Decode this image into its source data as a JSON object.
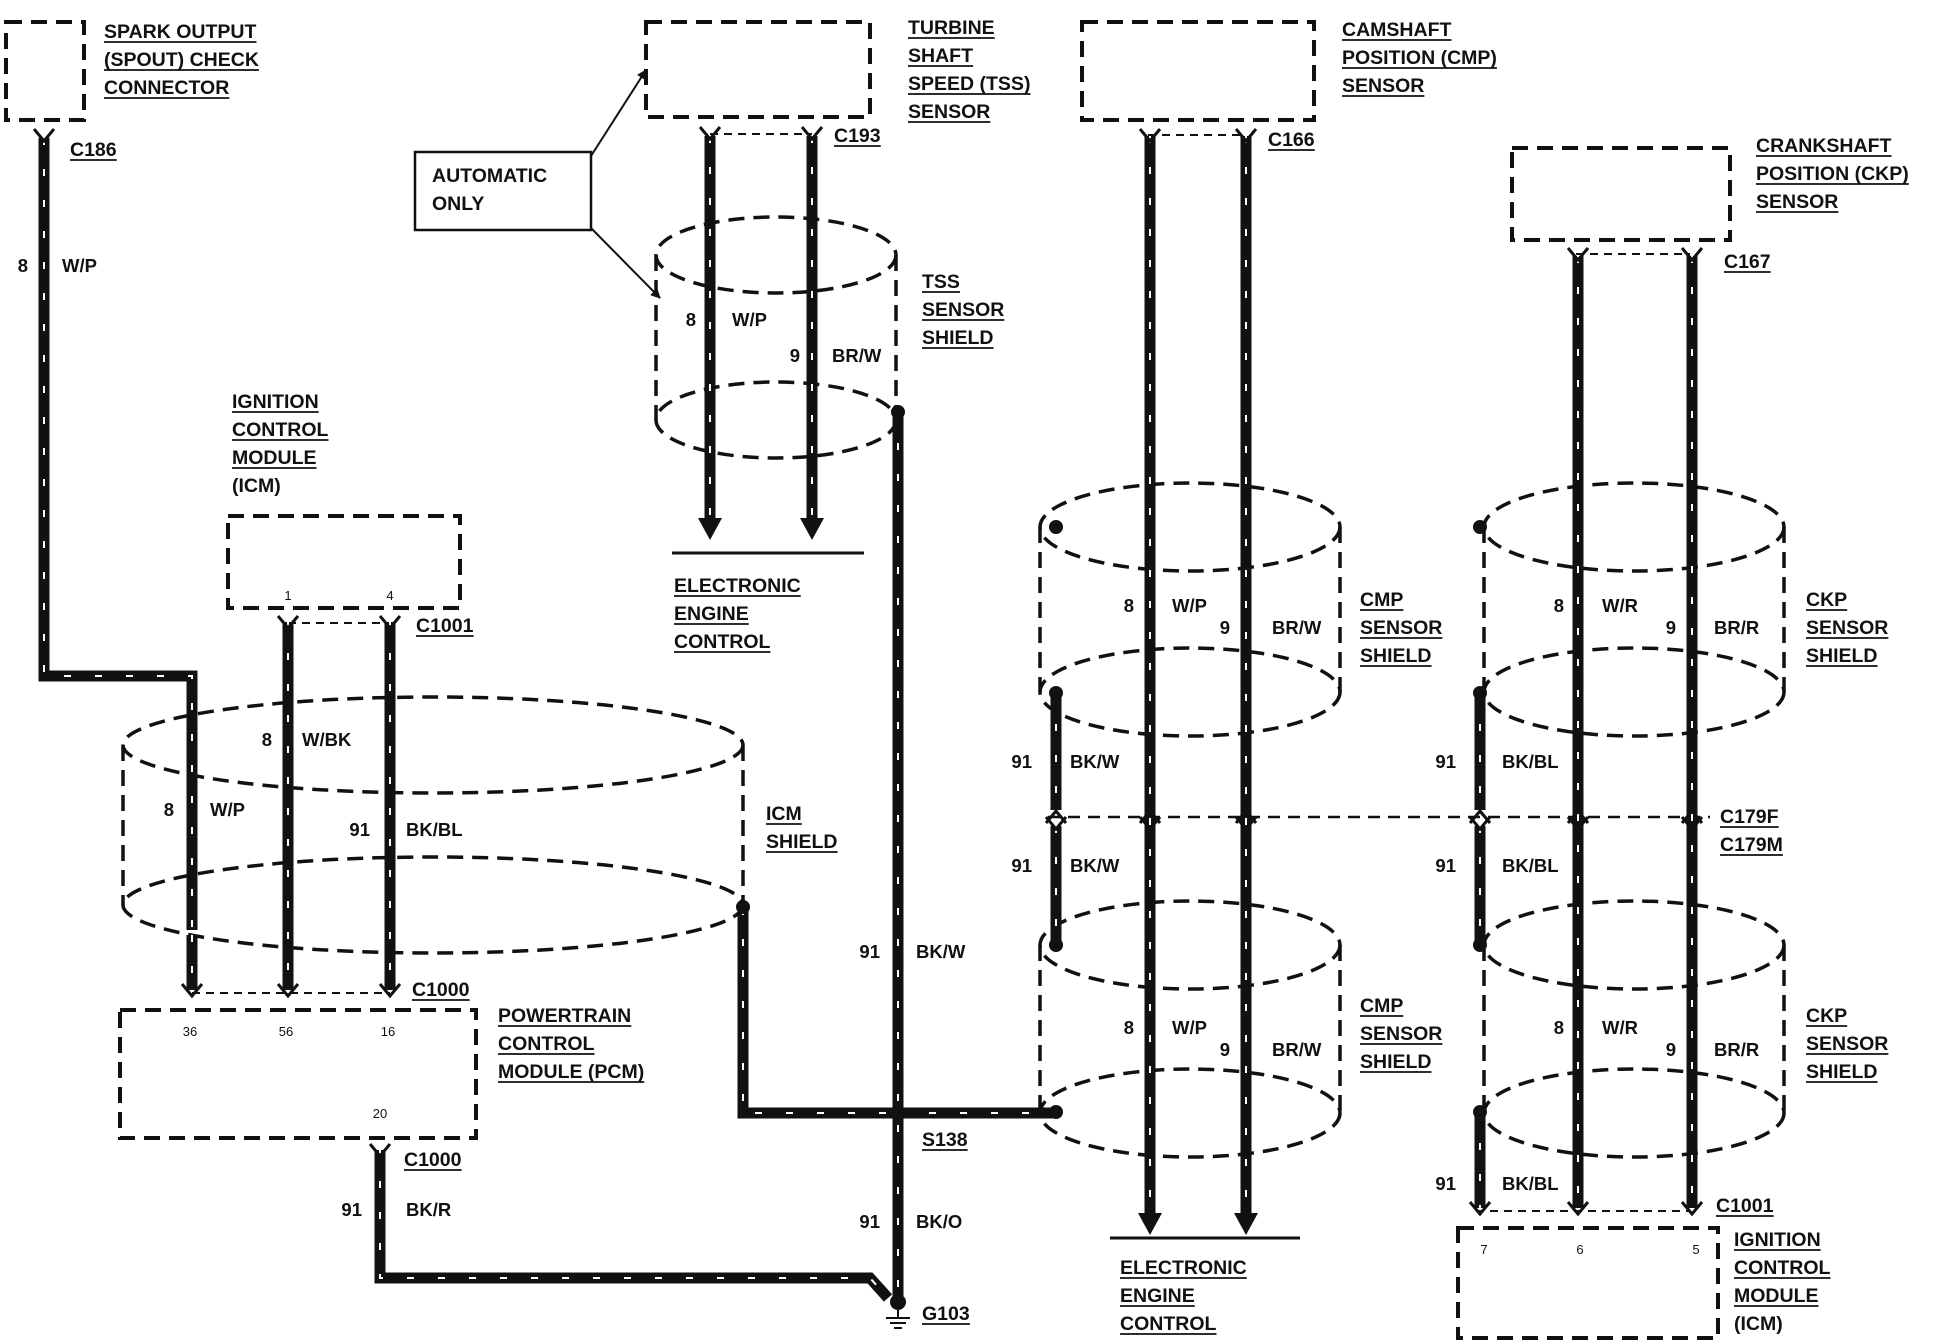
{
  "components": {
    "spout": [
      "SPARK OUTPUT",
      "(SPOUT) CHECK",
      "CONNECTOR"
    ],
    "tss": [
      "TURBINE",
      "SHAFT",
      "SPEED (TSS)",
      "SENSOR"
    ],
    "cmp": [
      "CAMSHAFT",
      "POSITION (CMP)",
      "SENSOR"
    ],
    "ckp": [
      "CRANKSHAFT",
      "POSITION (CKP)",
      "SENSOR"
    ],
    "icm_top": [
      "IGNITION",
      "CONTROL",
      "MODULE",
      "(ICM)"
    ],
    "pcm": [
      "POWERTRAIN",
      "CONTROL",
      "MODULE (PCM)"
    ],
    "icm_bottom": [
      "IGNITION",
      "CONTROL",
      "MODULE",
      "(ICM)"
    ],
    "eec_left": [
      "ELECTRONIC",
      "ENGINE",
      "CONTROL"
    ],
    "eec_right": [
      "ELECTRONIC",
      "ENGINE",
      "CONTROL"
    ],
    "auto_only": [
      "AUTOMATIC",
      "ONLY"
    ]
  },
  "shields": {
    "tss": [
      "TSS",
      "SENSOR",
      "SHIELD"
    ],
    "icm": [
      "ICM",
      "SHIELD"
    ],
    "cmp_upper": [
      "CMP",
      "SENSOR",
      "SHIELD"
    ],
    "cmp_lower": [
      "CMP",
      "SENSOR",
      "SHIELD"
    ],
    "ckp_upper": [
      "CKP",
      "SENSOR",
      "SHIELD"
    ],
    "ckp_lower": [
      "CKP",
      "SENSOR",
      "SHIELD"
    ]
  },
  "connectors": {
    "c186": "C186",
    "c193": "C193",
    "c166": "C166",
    "c167": "C167",
    "c1001_top": "C1001",
    "c1000_top": "C1000",
    "c1000_bottom": "C1000",
    "c1001_bottom": "C1001",
    "c179f": "C179F",
    "c179m": "C179M",
    "s138": "S138",
    "g103": "G103"
  },
  "pins": {
    "icm_1": "1",
    "icm_4": "4",
    "pcm_36": "36",
    "pcm_56": "56",
    "pcm_16": "16",
    "pcm_20": "20",
    "icm_7": "7",
    "icm_6": "6",
    "icm_5": "5"
  },
  "wires": [
    {
      "id": "spout_wp",
      "circuit": "8",
      "color": "W/P"
    },
    {
      "id": "tss_wp",
      "circuit": "8",
      "color": "W/P"
    },
    {
      "id": "tss_brw",
      "circuit": "9",
      "color": "BR/W"
    },
    {
      "id": "icm_wbk",
      "circuit": "8",
      "color": "W/BK"
    },
    {
      "id": "icm_wp",
      "circuit": "8",
      "color": "W/P"
    },
    {
      "id": "icm_bkbl",
      "circuit": "91",
      "color": "BK/BL"
    },
    {
      "id": "s138_bkw",
      "circuit": "91",
      "color": "BK/W"
    },
    {
      "id": "g103_bko",
      "circuit": "91",
      "color": "BK/O"
    },
    {
      "id": "pcm_bkr",
      "circuit": "91",
      "color": "BK/R"
    },
    {
      "id": "cmp_u_wp",
      "circuit": "8",
      "color": "W/P"
    },
    {
      "id": "cmp_u_brw",
      "circuit": "9",
      "color": "BR/W"
    },
    {
      "id": "cmp_u_bkw",
      "circuit": "91",
      "color": "BK/W"
    },
    {
      "id": "cmp_l_bkw",
      "circuit": "91",
      "color": "BK/W"
    },
    {
      "id": "cmp_l_wp",
      "circuit": "8",
      "color": "W/P"
    },
    {
      "id": "cmp_l_brw",
      "circuit": "9",
      "color": "BR/W"
    },
    {
      "id": "ckp_u_wr",
      "circuit": "8",
      "color": "W/R"
    },
    {
      "id": "ckp_u_brr",
      "circuit": "9",
      "color": "BR/R"
    },
    {
      "id": "ckp_u_bkbl",
      "circuit": "91",
      "color": "BK/BL"
    },
    {
      "id": "ckp_l_bkbl",
      "circuit": "91",
      "color": "BK/BL"
    },
    {
      "id": "ckp_l_wr",
      "circuit": "8",
      "color": "W/R"
    },
    {
      "id": "ckp_l_brr",
      "circuit": "9",
      "color": "BR/R"
    },
    {
      "id": "ckp_b_bkbl",
      "circuit": "91",
      "color": "BK/BL"
    }
  ]
}
